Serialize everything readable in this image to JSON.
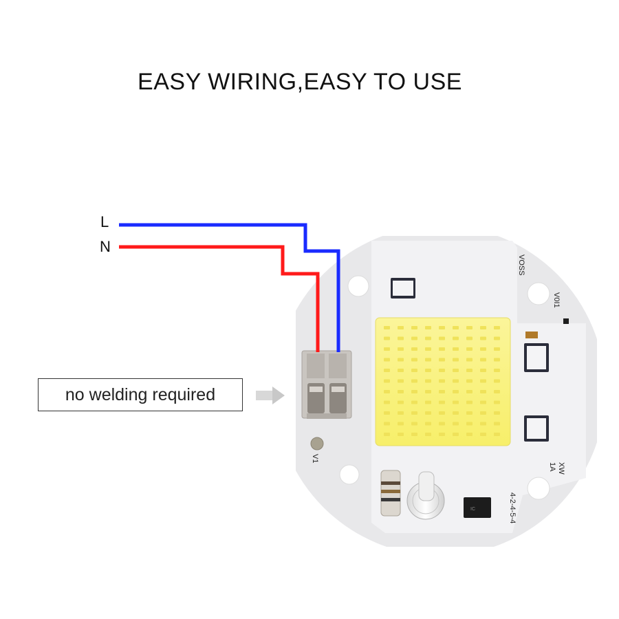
{
  "title": "EASY WIRING,EASY TO USE",
  "wires": [
    {
      "label": "L",
      "color": "#1a2bff"
    },
    {
      "label": "N",
      "color": "#ff1a1a"
    }
  ],
  "callout": {
    "text": "no welding required"
  },
  "pcb": {
    "markings": [
      "VOSS",
      "V0I1",
      "V1",
      "XW",
      "1A",
      "4-2-4-5-4"
    ]
  },
  "colors": {
    "board": "#ececee",
    "led_array": "#fbf58a",
    "terminal": "#c9c5c0",
    "arrow": "#c8c8c8"
  }
}
